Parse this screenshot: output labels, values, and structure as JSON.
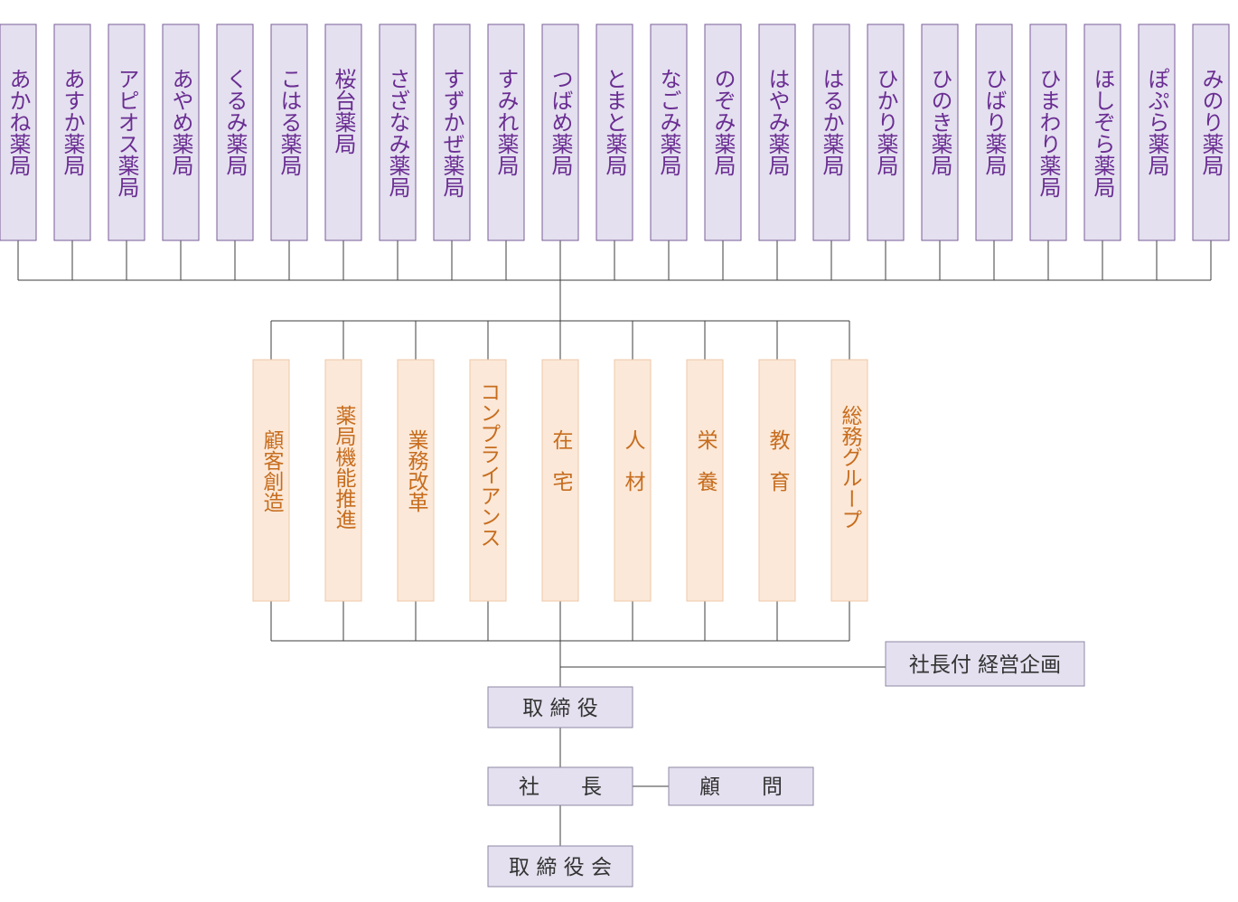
{
  "org_chart": {
    "pharmacies": [
      "あかね薬局",
      "あすか薬局",
      "アピオス薬局",
      "あやめ薬局",
      "くるみ薬局",
      "こはる薬局",
      "桜台薬局",
      "さざなみ薬局",
      "すずかぜ薬局",
      "すみれ薬局",
      "つばめ薬局",
      "とまと薬局",
      "なごみ薬局",
      "のぞみ薬局",
      "はやみ薬局",
      "はるか薬局",
      "ひかり薬局",
      "ひのき薬局",
      "ひばり薬局",
      "ひまわり薬局",
      "ほしぞら薬局",
      "ぽぷら薬局",
      "みのり薬局"
    ],
    "groups": [
      "顧客創造",
      "薬局機能推進",
      "業務改革",
      "コンプライアンス",
      "在　宅",
      "人　材",
      "栄　養",
      "教　育",
      "総務グループ"
    ],
    "planning": "社長付 経営企画",
    "directors": "取 締 役",
    "president": "社　　長",
    "advisor": "顧　　問",
    "board": "取 締 役 会"
  },
  "colors": {
    "pharmacy_fill": "#e4e0ef",
    "pharmacy_text": "#6a2d92",
    "group_fill": "#fbe8d8",
    "group_text": "#c76d1e",
    "exec_fill": "#e4e0ef",
    "exec_text": "#333333",
    "line": "#3c3c3c"
  }
}
